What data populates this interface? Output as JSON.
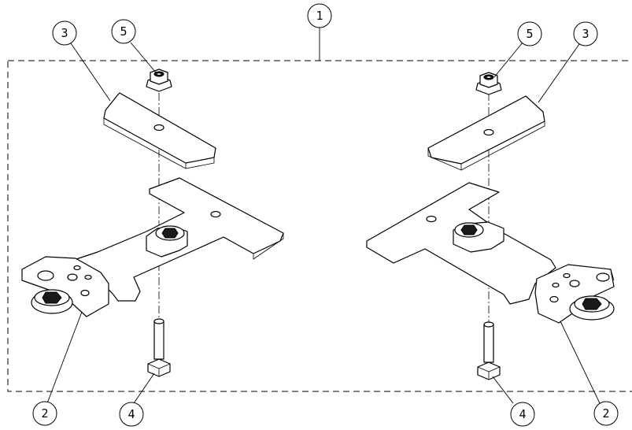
{
  "callouts": {
    "top_center": "1",
    "top_left_plate": "3",
    "top_left_nut": "5",
    "top_right_nut": "5",
    "top_right_plate": "3",
    "bottom_left_bracket": "2",
    "bottom_left_bolt": "4",
    "bottom_right_bolt": "4",
    "bottom_right_bracket": "2"
  }
}
